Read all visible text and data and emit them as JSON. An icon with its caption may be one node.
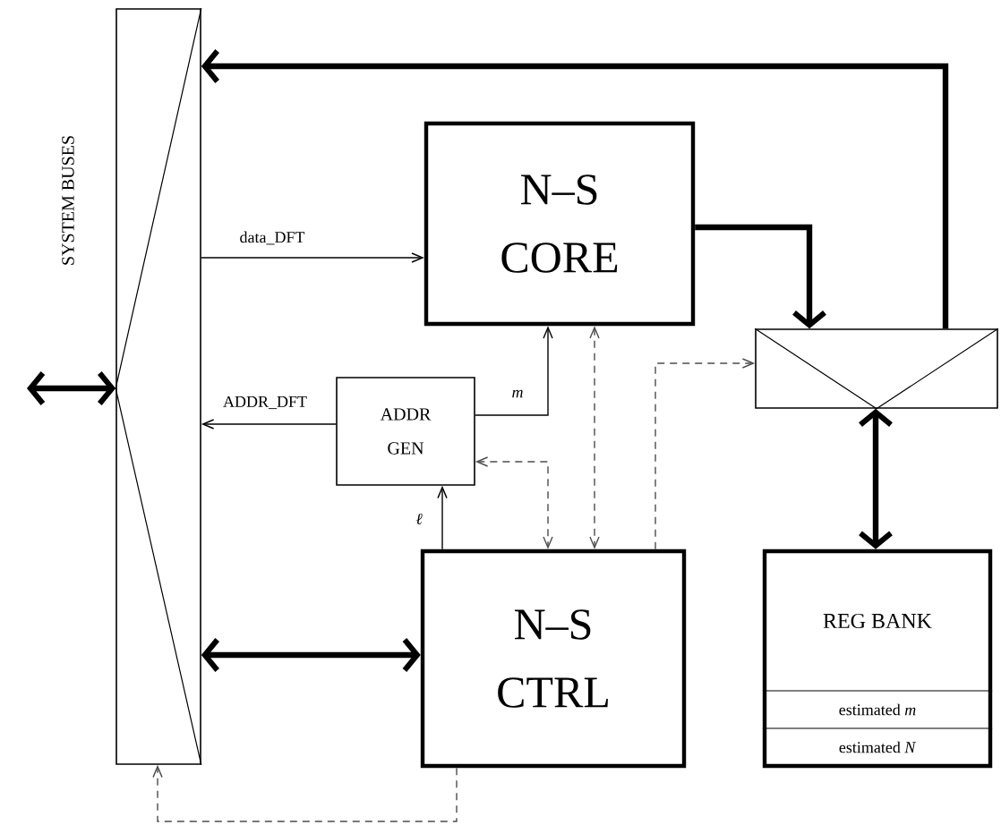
{
  "diagram": {
    "nodes": [
      {
        "text": [],
        "shape": "box",
        "beside": [
          "SYSTEM BUSES"
        ]
      },
      {
        "text": [
          "N–S CORE"
        ]
      },
      {
        "text": [],
        "shape": "box"
      },
      {
        "text": [
          "ADDR GEN"
        ]
      },
      {
        "text": [
          "N–S CTRL"
        ]
      },
      {
        "text": [
          "REG BANK",
          "estimated *m*",
          "estimated *N*"
        ]
      }
    ],
    "edges": [
      {
        "from": 2,
        "to": 0,
        "arrow": "to",
        "style": "thick"
      },
      {
        "from": 1,
        "to": 2,
        "arrow": "to",
        "style": "thick"
      },
      {
        "from": 0,
        "to": 1,
        "arrow": "to",
        "label": "data_DFT"
      },
      {
        "from": 3,
        "to": 0,
        "arrow": "to",
        "label": "ADDR_DFT"
      },
      {
        "from": 3,
        "to": 1,
        "arrow": "to",
        "label": "m"
      },
      {
        "from": 4,
        "to": 3,
        "arrow": "to",
        "label": "ℓ"
      },
      {
        "from": 3,
        "to": 4,
        "arrow": "both",
        "style": "dashed"
      },
      {
        "from": 1,
        "to": 4,
        "arrow": "both",
        "style": "dashed"
      },
      {
        "from": 4,
        "to": 2,
        "arrow": "to",
        "style": "dashed"
      },
      {
        "from": 0,
        "to": 4,
        "arrow": "both",
        "style": "thick"
      },
      {
        "from": 2,
        "to": 5,
        "arrow": "both",
        "style": "thick"
      },
      {
        "from": 4,
        "to": 0,
        "arrow": "to",
        "style": "dashed"
      },
      {
        "from": null,
        "to": 0,
        "arrow": "both",
        "style": "thick"
      }
    ]
  }
}
